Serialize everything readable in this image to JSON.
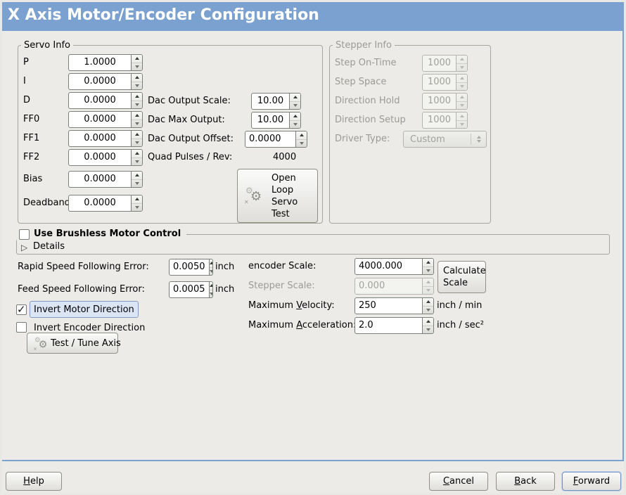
{
  "window": {
    "title": "X Axis Motor/Encoder Configuration"
  },
  "colors": {
    "titlebar_blue": "#7aa1d0",
    "content_border_blue": "#7ba2ce",
    "focus_highlight_bg": "#dce5f4",
    "focus_highlight_border": "#7f9cc9",
    "forward_button_border": "#7295c7"
  },
  "icons": {
    "open_loop_button": "gears-icon",
    "test_tune_button": "gears-icon",
    "details_expander": "triangle-right-icon",
    "spinboxes": "up-down-arrow-icons",
    "invert_motor_checkbox": "checkmark-icon"
  },
  "servo_info": {
    "title": "Servo Info",
    "fields": [
      {
        "label": "P",
        "value": "1.0000"
      },
      {
        "label": "I",
        "value": "0.0000"
      },
      {
        "label": "D",
        "value": "0.0000"
      },
      {
        "label": "FF0",
        "value": "0.0000"
      },
      {
        "label": "FF1",
        "value": "0.0000"
      },
      {
        "label": "FF2",
        "value": "0.0000"
      },
      {
        "label": "Bias",
        "value": "0.0000"
      },
      {
        "label": "Deadband",
        "value": "0.0000"
      }
    ],
    "dac_fields": [
      {
        "label": "Dac Output Scale:",
        "value": "10.00"
      },
      {
        "label": "Dac Max Output:",
        "value": "10.00"
      },
      {
        "label": "Dac Output Offset:",
        "value": "0.0000"
      }
    ],
    "quad_pulses_label": "Quad Pulses / Rev:",
    "quad_pulses_value": "4000",
    "open_loop_button": {
      "line1": "Open",
      "line2": "Loop",
      "line3": "Servo",
      "line4": "Test"
    }
  },
  "stepper_info": {
    "title": "Stepper Info",
    "fields": [
      {
        "label": "Step On-Time",
        "value": "1000"
      },
      {
        "label": "Step Space",
        "value": "1000"
      },
      {
        "label": "Direction Hold",
        "value": "1000"
      },
      {
        "label": "Direction Setup",
        "value": "1000"
      }
    ],
    "driver_type": {
      "label": "Driver Type:",
      "value": "Custom"
    }
  },
  "brushless": {
    "checkbox_label": "Use Brushless Motor Control",
    "checked": false,
    "details_label": "Details"
  },
  "following_error": {
    "rapid": {
      "label": "Rapid Speed Following Error:",
      "value": "0.0050",
      "unit": "inch"
    },
    "feed": {
      "label": "Feed Speed Following Error:",
      "value": "0.0005",
      "unit": "inch"
    }
  },
  "scales": {
    "encoder_label": "encoder Scale:",
    "encoder_value": "4000.000",
    "stepper_label": "Stepper Scale:",
    "stepper_value": "0.000",
    "calculate_button": {
      "line1": "Calculate",
      "line2": "Scale"
    },
    "velocity_label": {
      "pre": "Maximum ",
      "key": "V",
      "post": "elocity:"
    },
    "velocity_value": "250",
    "velocity_unit": "inch / min",
    "accel_label": {
      "pre": "Maximum ",
      "key": "A",
      "post": "cceleration:"
    },
    "accel_value": "2.0",
    "accel_unit": "inch / sec²"
  },
  "direction": {
    "invert_motor_label": "Invert Motor Direction",
    "invert_motor_checked": true,
    "invert_encoder_label": "Invert Encoder Direction",
    "invert_encoder_checked": false,
    "test_tune_button": "Test / Tune Axis"
  },
  "footer": {
    "help": {
      "pre": "",
      "key": "H",
      "post": "elp"
    },
    "cancel": {
      "pre": "",
      "key": "C",
      "post": "ancel"
    },
    "back": {
      "pre": "",
      "key": "B",
      "post": "ack"
    },
    "forward": {
      "pre": "",
      "key": "F",
      "post": "orward"
    }
  }
}
